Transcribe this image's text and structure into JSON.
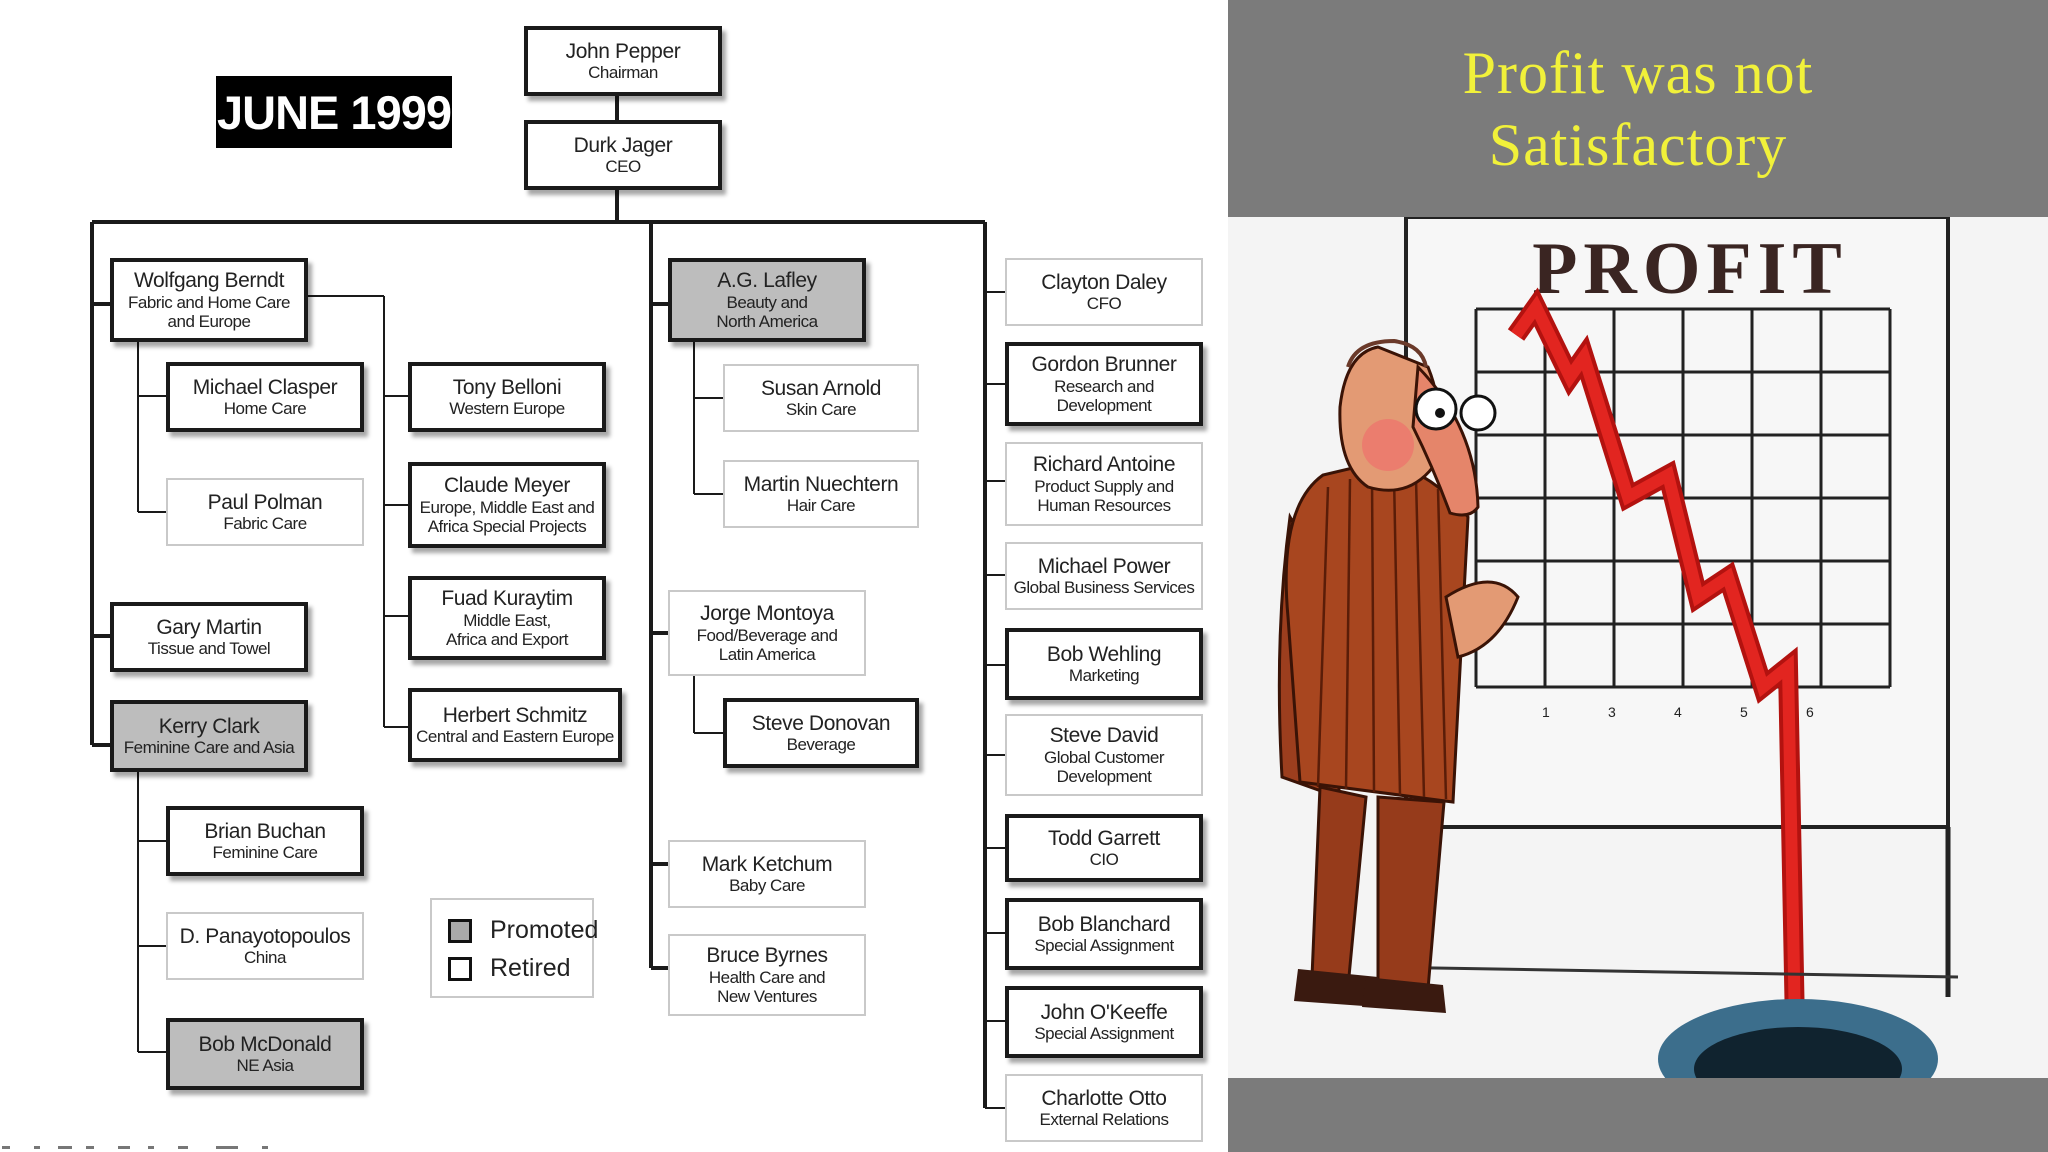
{
  "org_chart": {
    "date_label": "JUNE 1999",
    "chairman": {
      "name": "John Pepper",
      "role": "Chairman"
    },
    "ceo": {
      "name": "Durk Jager",
      "role": "CEO"
    },
    "column1": {
      "head": {
        "name": "Wolfgang Berndt",
        "role": [
          "Fabric and Home Care",
          "and Europe"
        ],
        "status": "normal"
      },
      "reports_left": [
        {
          "name": "Michael Clasper",
          "role": [
            "Home Care"
          ],
          "status": "normal"
        },
        {
          "name": "Paul Polman",
          "role": [
            "Fabric Care"
          ],
          "status": "retired"
        }
      ],
      "reports_right": [
        {
          "name": "Tony Belloni",
          "role": [
            "Western Europe"
          ],
          "status": "normal"
        },
        {
          "name": "Claude Meyer",
          "role": [
            "Europe, Middle East and",
            "Africa Special Projects"
          ],
          "status": "normal"
        },
        {
          "name": "Fuad Kuraytim",
          "role": [
            "Middle East,",
            "Africa and Export"
          ],
          "status": "normal"
        },
        {
          "name": "Herbert Schmitz",
          "role": [
            "Central and Eastern Europe"
          ],
          "status": "normal"
        }
      ],
      "gary": {
        "name": "Gary Martin",
        "role": [
          "Tissue and Towel"
        ],
        "status": "normal"
      },
      "kerry": {
        "name": "Kerry Clark",
        "role": [
          "Feminine Care and Asia"
        ],
        "status": "promoted"
      },
      "kerry_reports": [
        {
          "name": "Brian Buchan",
          "role": [
            "Feminine Care"
          ],
          "status": "normal"
        },
        {
          "name": "D. Panayotopoulos",
          "role": [
            "China"
          ],
          "status": "retired"
        },
        {
          "name": "Bob McDonald",
          "role": [
            "NE Asia"
          ],
          "status": "promoted"
        }
      ]
    },
    "column2": {
      "lafley": {
        "name": "A.G. Lafley",
        "role": [
          "Beauty and",
          "North America"
        ],
        "status": "promoted"
      },
      "lafley_reports": [
        {
          "name": "Susan Arnold",
          "role": [
            "Skin Care"
          ],
          "status": "retired"
        },
        {
          "name": "Martin Nuechtern",
          "role": [
            "Hair Care"
          ],
          "status": "retired"
        }
      ],
      "montoya": {
        "name": "Jorge Montoya",
        "role": [
          "Food/Beverage and",
          "Latin America"
        ],
        "status": "retired"
      },
      "montoya_reports": [
        {
          "name": "Steve Donovan",
          "role": [
            "Beverage"
          ],
          "status": "normal"
        }
      ],
      "others": [
        {
          "name": "Mark Ketchum",
          "role": [
            "Baby Care"
          ],
          "status": "retired"
        },
        {
          "name": "Bruce Byrnes",
          "role": [
            "Health Care and",
            "New Ventures"
          ],
          "status": "retired"
        }
      ]
    },
    "column3": [
      {
        "name": "Clayton Daley",
        "role": [
          "CFO"
        ],
        "status": "retired"
      },
      {
        "name": "Gordon Brunner",
        "role": [
          "Research and",
          "Development"
        ],
        "status": "normal"
      },
      {
        "name": "Richard Antoine",
        "role": [
          "Product Supply and",
          "Human Resources"
        ],
        "status": "retired"
      },
      {
        "name": "Michael Power",
        "role": [
          "Global Business Services"
        ],
        "status": "retired"
      },
      {
        "name": "Bob Wehling",
        "role": [
          "Marketing"
        ],
        "status": "normal"
      },
      {
        "name": "Steve David",
        "role": [
          "Global Customer",
          "Development"
        ],
        "status": "retired"
      },
      {
        "name": "Todd Garrett",
        "role": [
          "CIO"
        ],
        "status": "normal"
      },
      {
        "name": "Bob Blanchard",
        "role": [
          "Special Assignment"
        ],
        "status": "normal"
      },
      {
        "name": "John O'Keeffe",
        "role": [
          "Special Assignment"
        ],
        "status": "normal"
      },
      {
        "name": "Charlotte Otto",
        "role": [
          "External Relations"
        ],
        "status": "retired"
      }
    ],
    "legend": {
      "promoted": "Promoted",
      "retired": "Retired"
    }
  },
  "slide": {
    "title_lines": [
      "Profit was not",
      "Satisfactory"
    ],
    "cartoon_board_label": "PROFIT",
    "cartoon_axis_ticks": [
      "1",
      "3",
      "4",
      "5",
      "6"
    ]
  },
  "colors": {
    "promoted_fill": "#bdbdbd",
    "title_text": "#f1f13a",
    "banner": "#7b7b7b",
    "profit_line": "#e11a1a"
  }
}
